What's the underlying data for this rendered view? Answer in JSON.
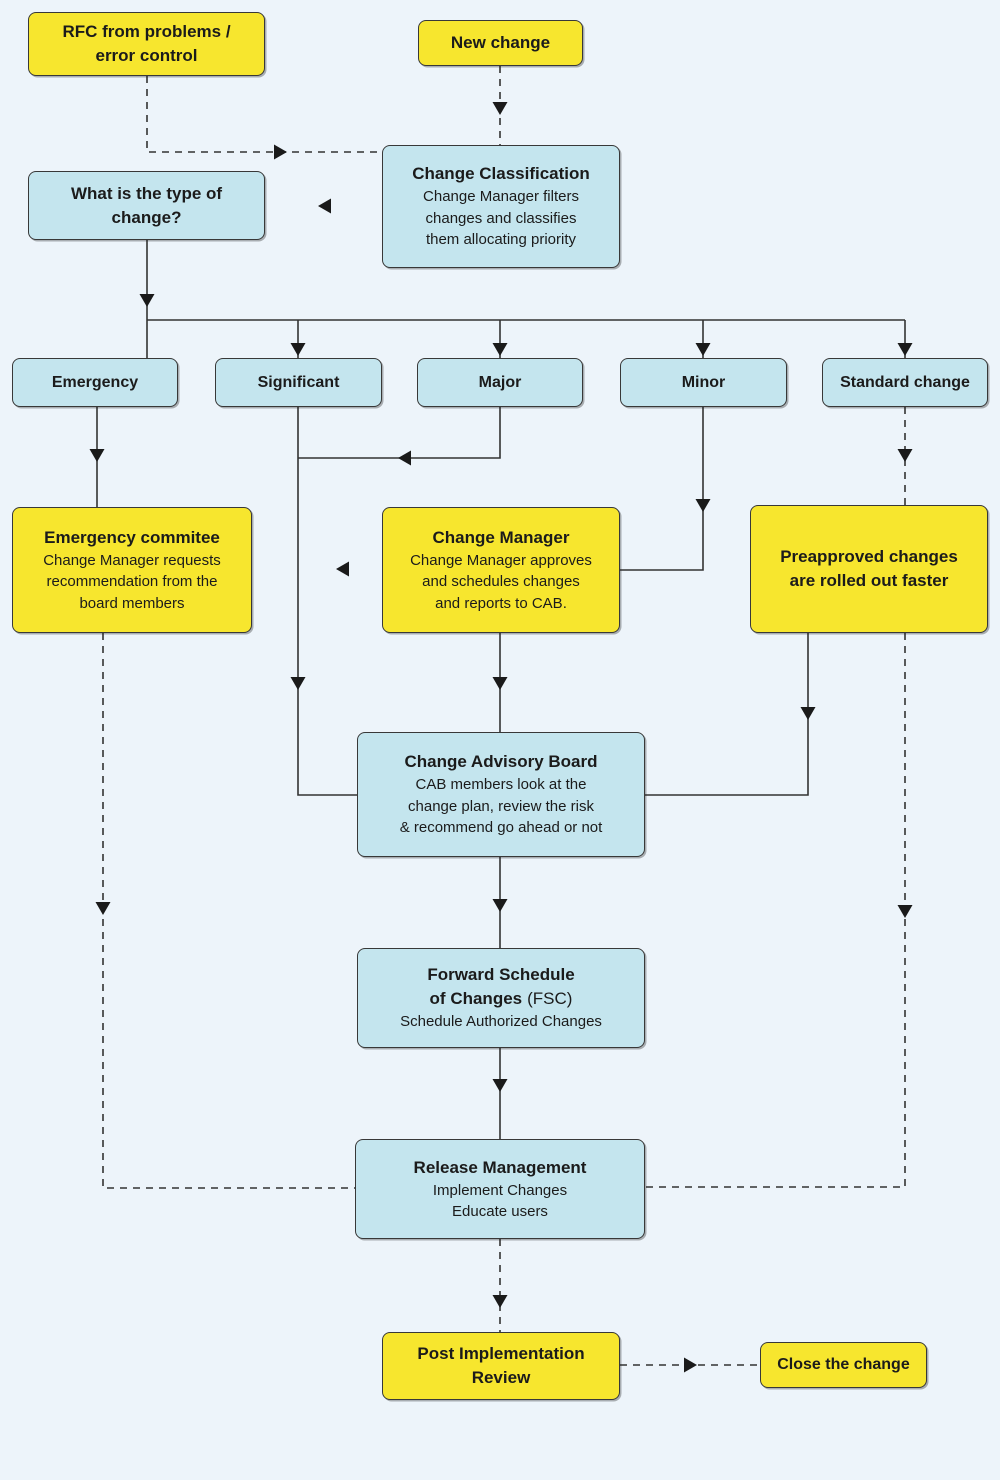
{
  "diagram_type": "flowchart",
  "colors": {
    "background": "#edf4fa",
    "node_yellow": "#f7e62e",
    "node_blue": "#c4e5ee",
    "border": "#383838",
    "line": "#333333",
    "text": "#1b1b1b"
  },
  "nodes": {
    "rfc": {
      "title": "RFC from problems /\nerror control"
    },
    "new_change": {
      "title": "New change"
    },
    "type_question": {
      "title": "What is the type of\nchange?"
    },
    "classification": {
      "title": "Change Classification",
      "body": "Change Manager filters\nchanges and classifies\nthem allocating priority"
    },
    "emergency": {
      "title": "Emergency"
    },
    "significant": {
      "title": "Significant"
    },
    "major": {
      "title": "Major"
    },
    "minor": {
      "title": "Minor"
    },
    "standard": {
      "title": "Standard change"
    },
    "emergency_committee": {
      "title": "Emergency commitee",
      "body": "Change Manager requests\nrecommendation from the\nboard members"
    },
    "change_manager": {
      "title": "Change Manager",
      "body": "Change Manager approves\nand schedules changes\nand reports to CAB."
    },
    "preapproved": {
      "title": "Preapproved changes\nare rolled out faster"
    },
    "cab": {
      "title": "Change Advisory Board",
      "body": "CAB members look at the\nchange plan, review the risk\n& recommend go ahead or not"
    },
    "fsc": {
      "title_line1": "Forward Schedule",
      "title_line2_bold": "of Changes",
      "title_line2_regular": "(FSC)",
      "body": "Schedule Authorized Changes"
    },
    "release": {
      "title": "Release Management",
      "body": "Implement Changes\nEducate users"
    },
    "pir": {
      "title": "Post Implementation\nReview"
    },
    "close": {
      "title": "Close the change"
    }
  }
}
